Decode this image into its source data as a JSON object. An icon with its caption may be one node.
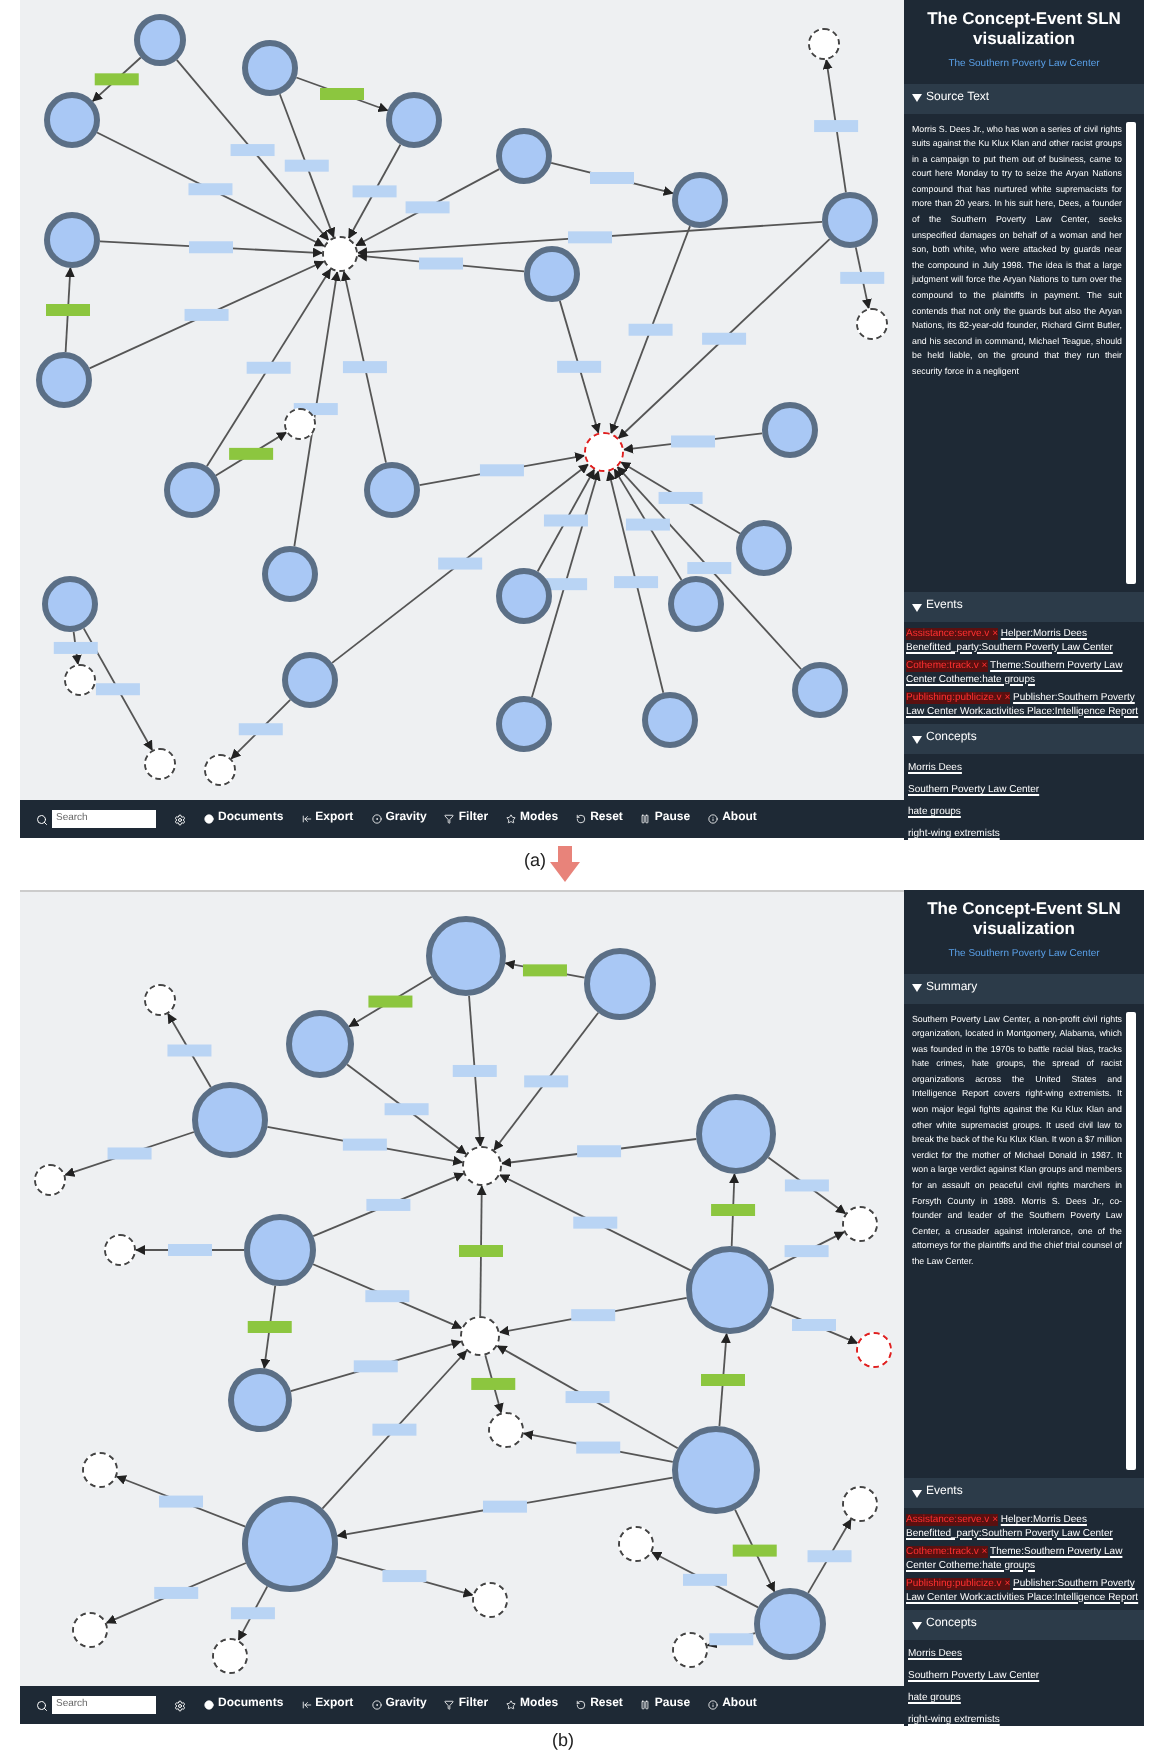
{
  "diagram": {
    "nodes": [
      {
        "text": [],
        "shape": "circle"
      },
      {
        "text": [],
        "shape": "circle"
      },
      {
        "text": [],
        "shape": "circle"
      },
      {
        "text": [],
        "shape": "circle"
      },
      {
        "text": [],
        "shape": "circle"
      },
      {
        "text": [],
        "shape": "circle"
      },
      {
        "text": [],
        "shape": "circle"
      },
      {
        "text": [],
        "shape": "circle"
      },
      {
        "text": [],
        "shape": "circle"
      },
      {
        "text": [],
        "shape": "circle"
      },
      {
        "text": [],
        "shape": "circle"
      },
      {
        "text": [],
        "shape": "circle"
      },
      {
        "text": [],
        "shape": "circle"
      },
      {
        "text": [],
        "shape": "circle"
      },
      {
        "text": [],
        "shape": "circle"
      },
      {
        "text": [],
        "shape": "circle"
      },
      {
        "text": [],
        "shape": "circle"
      },
      {
        "text": [],
        "shape": "circle"
      },
      {
        "text": [],
        "shape": "circle"
      },
      {
        "text": [],
        "shape": "circle"
      },
      {
        "text": [],
        "shape": "circle"
      },
      {
        "text": [],
        "shape": "circle"
      },
      {
        "text": [],
        "shape": "circle"
      },
      {
        "text": [],
        "shape": "circle"
      },
      {
        "text": [],
        "shape": "circle"
      },
      {
        "text": [],
        "shape": "circle"
      },
      {
        "text": [],
        "shape": "circle"
      },
      {
        "text": [],
        "shape": "circle"
      },
      {
        "text": [],
        "shape": "circle"
      },
      {
        "text": [],
        "shape": "circle"
      },
      {
        "text": [],
        "shape": "circle"
      },
      {
        "text": [],
        "shape": "circle"
      },
      {
        "text": [],
        "shape": "circle"
      },
      {
        "text": [],
        "shape": "circle"
      },
      {
        "text": [],
        "shape": "circle"
      },
      {
        "text": [],
        "shape": "circle"
      },
      {
        "text": [],
        "shape": "circle"
      },
      {
        "text": [],
        "shape": "circle"
      },
      {
        "text": [],
        "shape": "circle"
      },
      {
        "text": [],
        "shape": "circle"
      },
      {
        "text": [],
        "shape": "circle"
      },
      {
        "text": [],
        "shape": "circle"
      },
      {
        "text": [],
        "shape": "circle"
      },
      {
        "text": [],
        "shape": "circle"
      },
      {
        "text": [],
        "shape": "circle"
      },
      {
        "text": [],
        "shape": "circle"
      },
      {
        "text": [],
        "shape": "circle"
      },
      {
        "text": [],
        "shape": "circle"
      },
      {
        "text": [],
        "shape": "circle"
      },
      {
        "text": [],
        "shape": "circle"
      },
      {
        "text": [],
        "shape": "circle"
      },
      {
        "text": [],
        "shape": "circle"
      },
      {
        "text": [],
        "shape": "circle"
      },
      {
        "text": [],
        "shape": "circle"
      },
      {
        "text": [],
        "shape": "circle"
      },
      {
        "text": [],
        "shape": "circle"
      }
    ],
    "edges": [
      {
        "from": 2,
        "to": 0,
        "arrow": "to"
      },
      {
        "from": 3,
        "to": 0,
        "arrow": "to"
      },
      {
        "from": 4,
        "to": 0,
        "arrow": "to"
      },
      {
        "from": 5,
        "to": 0,
        "arrow": "to"
      },
      {
        "from": 6,
        "to": 0,
        "arrow": "to"
      },
      {
        "from": 7,
        "to": 0,
        "arrow": "to"
      },
      {
        "from": 8,
        "to": 0,
        "arrow": "to"
      },
      {
        "from": 13,
        "to": 0,
        "arrow": "to"
      },
      {
        "from": 15,
        "to": 0,
        "arrow": "to"
      },
      {
        "from": 16,
        "to": 0,
        "arrow": "to"
      },
      {
        "from": 19,
        "to": 0,
        "arrow": "to"
      },
      {
        "from": 11,
        "to": 0,
        "arrow": "to"
      },
      {
        "from": 3,
        "to": 4,
        "arrow": "to"
      },
      {
        "from": 2,
        "to": 5,
        "arrow": "to"
      },
      {
        "from": 13,
        "to": 6,
        "arrow": "to"
      },
      {
        "from": 8,
        "to": 1,
        "arrow": "to"
      },
      {
        "from": 9,
        "to": 1,
        "arrow": "to"
      },
      {
        "from": 11,
        "to": 1,
        "arrow": "to"
      },
      {
        "from": 16,
        "to": 1,
        "arrow": "to"
      },
      {
        "from": 17,
        "to": 1,
        "arrow": "to"
      },
      {
        "from": 22,
        "to": 1,
        "arrow": "to"
      },
      {
        "from": 23,
        "to": 1,
        "arrow": "to"
      },
      {
        "from": 24,
        "to": 1,
        "arrow": "to"
      },
      {
        "from": 25,
        "to": 1,
        "arrow": "to"
      },
      {
        "from": 26,
        "to": 1,
        "arrow": "to"
      },
      {
        "from": 27,
        "to": 1,
        "arrow": "to"
      },
      {
        "from": 21,
        "to": 1,
        "arrow": "to"
      },
      {
        "from": 11,
        "to": 10,
        "arrow": "to"
      },
      {
        "from": 11,
        "to": 12,
        "arrow": "to"
      },
      {
        "from": 15,
        "to": 14,
        "arrow": "to"
      },
      {
        "from": 18,
        "to": 20,
        "arrow": "to"
      },
      {
        "from": 18,
        "to": 28,
        "arrow": "to"
      },
      {
        "from": 21,
        "to": 29,
        "arrow": "to"
      },
      {
        "from": 7,
        "to": 9,
        "arrow": "to"
      },
      {
        "from": 32,
        "to": 33,
        "arrow": "to"
      },
      {
        "from": 35,
        "to": 32,
        "arrow": "to"
      },
      {
        "from": 32,
        "to": 30,
        "arrow": "to"
      },
      {
        "from": 35,
        "to": 30,
        "arrow": "to"
      },
      {
        "from": 33,
        "to": 30,
        "arrow": "to"
      },
      {
        "from": 34,
        "to": 30,
        "arrow": "to"
      },
      {
        "from": 34,
        "to": 43,
        "arrow": "to"
      },
      {
        "from": 34,
        "to": 44,
        "arrow": "to"
      },
      {
        "from": 40,
        "to": 45,
        "arrow": "to"
      },
      {
        "from": 40,
        "to": 30,
        "arrow": "to"
      },
      {
        "from": 36,
        "to": 30,
        "arrow": "to"
      },
      {
        "from": 36,
        "to": 46,
        "arrow": "to"
      },
      {
        "from": 37,
        "to": 36,
        "arrow": "to"
      },
      {
        "from": 37,
        "to": 30,
        "arrow": "to"
      },
      {
        "from": 37,
        "to": 31,
        "arrow": "to"
      },
      {
        "from": 37,
        "to": 46,
        "arrow": "to"
      },
      {
        "from": 37,
        "to": 47,
        "arrow": "to"
      },
      {
        "from": 38,
        "to": 37,
        "arrow": "to"
      },
      {
        "from": 38,
        "to": 31,
        "arrow": "to"
      },
      {
        "from": 38,
        "to": 48,
        "arrow": "to"
      },
      {
        "from": 38,
        "to": 39,
        "arrow": "to"
      },
      {
        "from": 39,
        "to": 49,
        "arrow": "to"
      },
      {
        "from": 39,
        "to": 50,
        "arrow": "to"
      },
      {
        "from": 39,
        "to": 51,
        "arrow": "to"
      },
      {
        "from": 31,
        "to": 30,
        "arrow": "to"
      },
      {
        "from": 40,
        "to": 31,
        "arrow": "to"
      },
      {
        "from": 41,
        "to": 31,
        "arrow": "to"
      },
      {
        "from": 42,
        "to": 31,
        "arrow": "to"
      },
      {
        "from": 42,
        "to": 53,
        "arrow": "to"
      },
      {
        "from": 42,
        "to": 54,
        "arrow": "to"
      },
      {
        "from": 42,
        "to": 55,
        "arrow": "to"
      },
      {
        "from": 40,
        "to": 41,
        "arrow": "to"
      },
      {
        "from": 31,
        "to": 48,
        "arrow": "to"
      },
      {
        "from": 38,
        "to": 42,
        "arrow": "to"
      },
      {
        "from": 42,
        "to": 52,
        "arrow": "to"
      }
    ],
    "labels": [
      "The Concept-Event SLN visualization",
      "The Southern Poverty Law Center",
      "Source Text",
      "Morris S. Dees Jr., who has won a series of civil rights suits against the Ku Klux Klan and other racist groups in a campaign to put them out of business, came to court here Monday to try to seize the Aryan Nations compound that has nurtured white supremacists for more than 20 years. In his suit here, Dees, a founder of the Southern Poverty Law Center, seeks unspecified damages on behalf of a woman and her son, both white, who were attacked by guards near the compound in July 1998. The idea is that a large judgment will force the Aryan Nations to turn over the compound to the plaintiffs in payment. The suit contends that not only the guards but also the Aryan Nations, its 82-year-old founder, Richard Girnt Butler, and his second in command, Michael Teague, should be held liable, on the ground that they run their security force in a negligent",
      "Events",
      "Assistance:serve.v ×",
      "Helper:Morris Dees Benefitted_party:Southern Poverty Law Center",
      "Cotheme:track.v ×",
      "Theme:Southern Poverty Law Center Cotheme:hate groups",
      "Publishing:publicize.v ×",
      "Publisher:Southern Poverty Law Center Work:activities Place:Intelligence Report",
      "Concepts",
      "Morris Dees",
      "Southern Poverty Law Center",
      "hate groups",
      "right-wing extremists",
      "Search",
      "Documents",
      "Export",
      "Gravity",
      "Filter",
      "Modes",
      "Reset",
      "Pause",
      "About",
      "(a)",
      "The Concept-Event SLN visualization",
      "The Southern Poverty Law Center",
      "Summary",
      "Southern Poverty Law Center, a non-profit civil rights organization, located in Montgomery, Alabama, which was founded in the 1970s to battle racial bias, tracks hate crimes, hate groups, the spread of racist organizations across the United States and Intelligence Report covers right-wing extremists. It won major legal fights against the Ku Klux Klan and other white supremacist groups. It used civil law to break the back of the Ku Klux Klan. It won a $7 million verdict for the mother of Michael Donald in 1987. It won a large verdict against Klan groups and members for an assault on peaceful civil rights marchers in Forsyth County in 1989. Morris S. Dees Jr., co-founder and leader of the Southern Poverty Law Center, a crusader against intolerance, one of the attorneys for the plaintiffs and the chief trial counsel of the Law Center.",
      "Events",
      "Assistance:serve.v ×",
      "Helper:Morris Dees Benefitted_party:Southern Poverty Law Center",
      "Cotheme:track.v ×",
      "Theme:Southern Poverty Law Center Cotheme:hate groups",
      "Publishing:publicize.v ×",
      "Publisher:Southern Poverty Law Center Work:activities Place:Intelligence Report",
      "Concepts",
      "Morris Dees",
      "Southern Poverty Law Center",
      "hate groups",
      "right-wing extremists",
      "Search",
      "Documents",
      "Export",
      "Gravity",
      "Filter",
      "Modes",
      "Reset",
      "Pause",
      "About",
      "(b)"
    ]
  }
}
